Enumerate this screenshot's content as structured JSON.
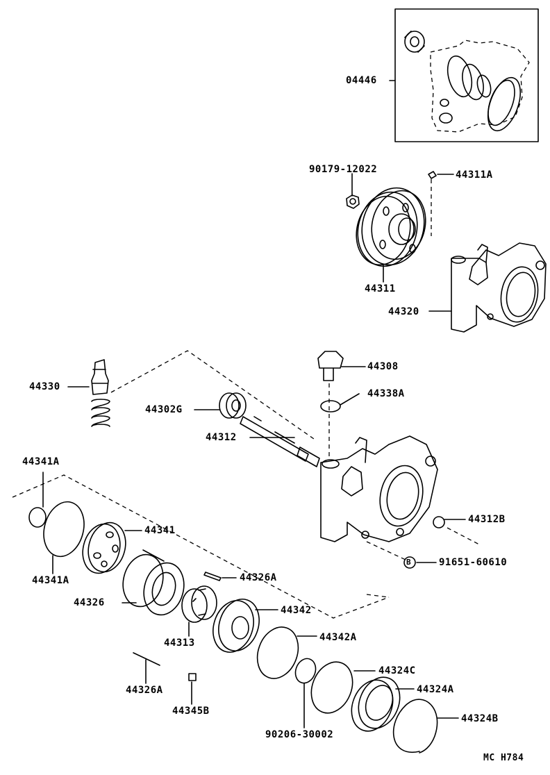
{
  "callouts": {
    "kit": "04446",
    "nut": "90179-12022",
    "woodruff_key": "44311A",
    "pulley": "44311",
    "housing_front": "44320",
    "flow_valve": "44330",
    "union_fitting": "44308",
    "fitting_oring": "44338A",
    "bearing": "44302G",
    "shaft": "44312",
    "oring_small": "44341A",
    "oring_large": "44341A",
    "side_plate": "44341",
    "housing_rear": "44312B",
    "bolt_marker": "B",
    "bolt": "91651-60610",
    "vane": "44326A",
    "cam_ring": "44326",
    "rotor": "44313",
    "pressure_plate": "44342",
    "plate_oring": "44342A",
    "cover_oring": "44324C",
    "snap_ring": "90206-30002",
    "end_cover": "44324A",
    "retaining_ring": "44324B",
    "pin": "44326A",
    "pin_spring": "44345B"
  },
  "footer": {
    "code": "MC  H784"
  }
}
